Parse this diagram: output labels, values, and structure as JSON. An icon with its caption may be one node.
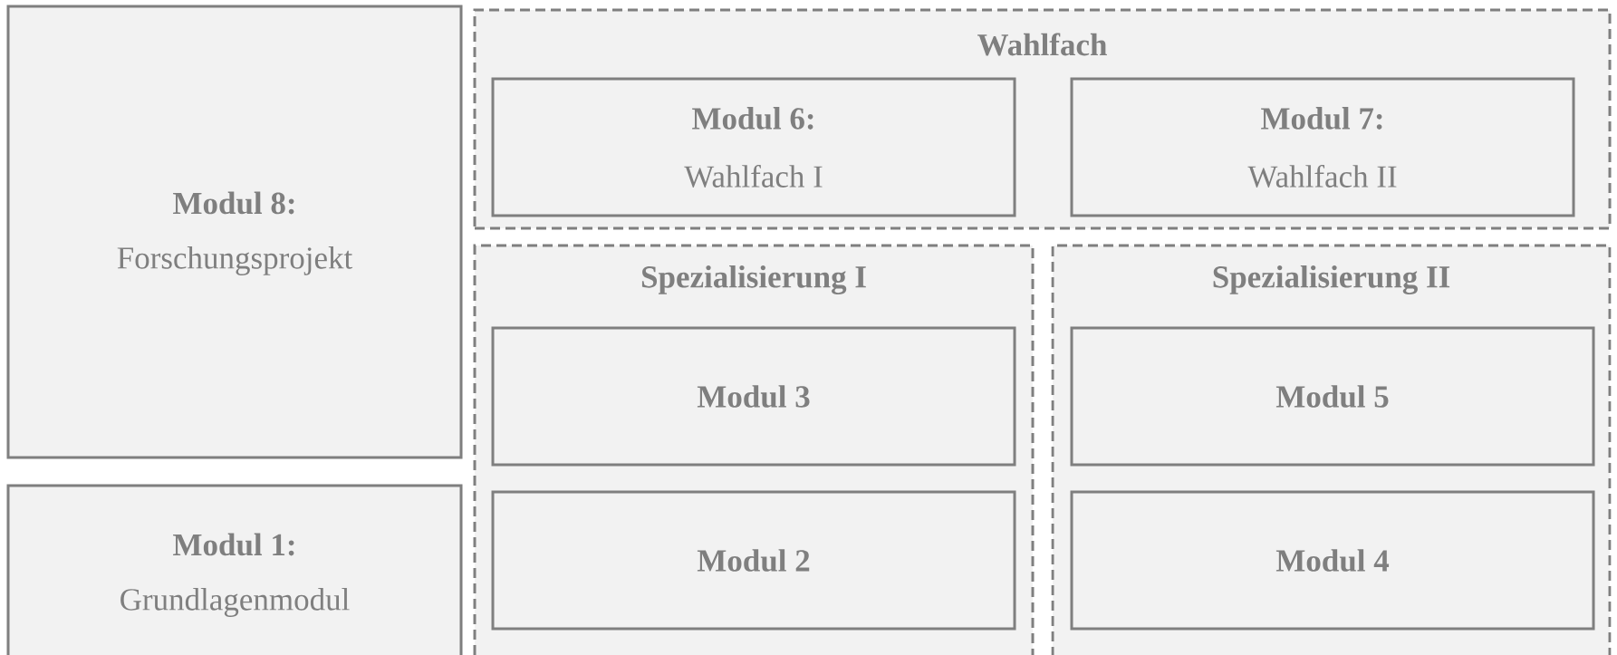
{
  "diagram": {
    "nodes": [
      {
        "text": [
          "Modul 8:",
          "Forschungsprojekt"
        ]
      },
      {
        "text": [
          "Wahlfach"
        ]
      },
      {
        "text": [
          "Modul 6:",
          "Wahlfach I"
        ],
        "in": 1
      },
      {
        "text": [
          "Modul 7:",
          "Wahlfach II"
        ],
        "in": 1
      },
      {
        "text": [
          "Spezialisierung I"
        ]
      },
      {
        "text": [
          "Modul 3"
        ],
        "in": 4
      },
      {
        "text": [
          "Modul 2"
        ],
        "in": 4
      },
      {
        "text": [
          "Spezialisierung II"
        ]
      },
      {
        "text": [
          "Modul 5"
        ],
        "in": 7
      },
      {
        "text": [
          "Modul 4"
        ],
        "in": 7
      },
      {
        "text": [
          "Modul 1:",
          "Grundlagenmodul"
        ]
      }
    ]
  }
}
